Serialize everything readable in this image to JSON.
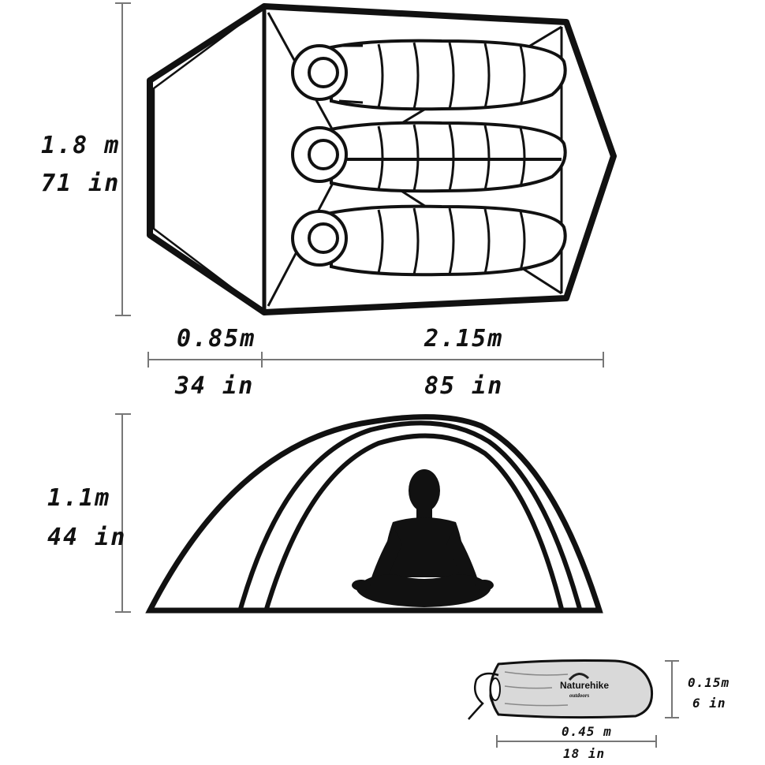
{
  "top_view": {
    "width_m": "1.8 m",
    "width_in": "71 in",
    "vestibule_m": "0.85m",
    "vestibule_in": "34 in",
    "inner_m": "2.15m",
    "inner_in": "85 in"
  },
  "side_view": {
    "height_m": "1.1m",
    "height_in": "44 in"
  },
  "pack": {
    "brand": "Naturehike",
    "brand_sub": "outdoors",
    "diameter_m": "0.15m",
    "diameter_in": "6 in",
    "length_m": "0.45 m",
    "length_in": "18 in"
  },
  "colors": {
    "line": "#111111",
    "dim_line": "#777777",
    "pack_fill": "#d9d9d9"
  }
}
